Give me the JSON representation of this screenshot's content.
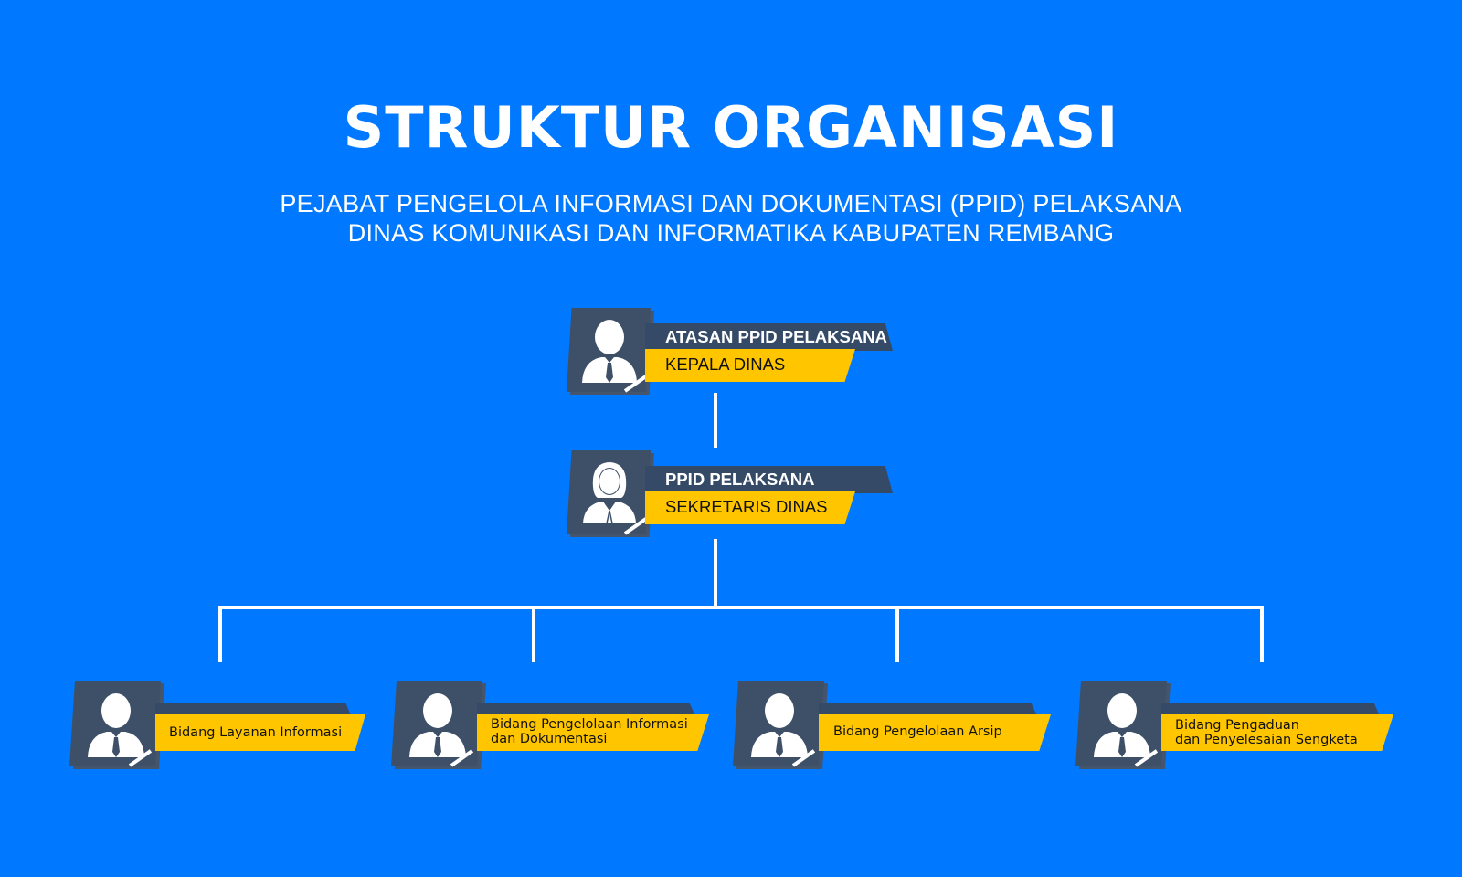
{
  "title": "STRUKTUR ORGANISASI",
  "subtitle": {
    "line1": "PEJABAT PENGELOLA INFORMASI DAN DOKUMENTASI (PPID) PELAKSANA",
    "line2": "DINAS KOMUNIKASI DAN INFORMATIKA KABUPATEN REMBANG"
  },
  "nodes": {
    "top": {
      "role": "ATASAN PPID PELAKSANA",
      "name": "KEPALA DINAS",
      "icon": "male-person-icon"
    },
    "middle": {
      "role": "PPID PELAKSANA",
      "name": "SEKRETARIS DINAS",
      "icon": "female-person-icon"
    },
    "departments": [
      {
        "line1": "Bidang Layanan Informasi",
        "line2": "",
        "icon": "male-person-icon"
      },
      {
        "line1": "Bidang Pengelolaan Informasi",
        "line2": "dan Dokumentasi",
        "icon": "male-person-icon"
      },
      {
        "line1": "Bidang Pengelolaan Arsip",
        "line2": "",
        "icon": "male-person-icon"
      },
      {
        "line1": "Bidang Pengaduan",
        "line2": "dan Penyelesaian Sengketa",
        "icon": "male-person-icon"
      }
    ]
  },
  "colors": {
    "background": "#0078FF",
    "avatar": "#3E5068",
    "role_bar": "#344A66",
    "name_bar": "#FFC600",
    "connector": "#FFFFFF"
  }
}
